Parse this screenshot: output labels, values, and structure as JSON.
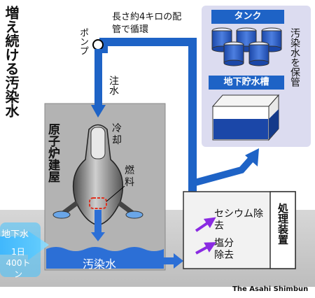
{
  "title": "増え続ける汚染水",
  "pipe_note": "長さ約4キロの配管で循環",
  "pump_label": "ポンプ",
  "injection_label": "注水",
  "reactor_building_label": "原子炉建屋",
  "cooling_label": "冷却",
  "fuel_label": "燃料",
  "contaminated_water_label": "汚染水",
  "groundwater": {
    "label": "地下水",
    "rate": "1日400トン"
  },
  "storage": {
    "tank_label": "タンク",
    "underground_label": "地下貯水槽",
    "note": "汚染水を保管"
  },
  "treatment": {
    "label": "処理装置",
    "steps": [
      "セシウム除去",
      "塩分除去"
    ]
  },
  "credit": "The Asahi Shimbun",
  "colors": {
    "pipe": "#1e63c6",
    "water": "#2c6fd6",
    "storage_bg": "#dcdcf0",
    "building": "#b3b3b3",
    "arrow": "#8a2be2"
  }
}
